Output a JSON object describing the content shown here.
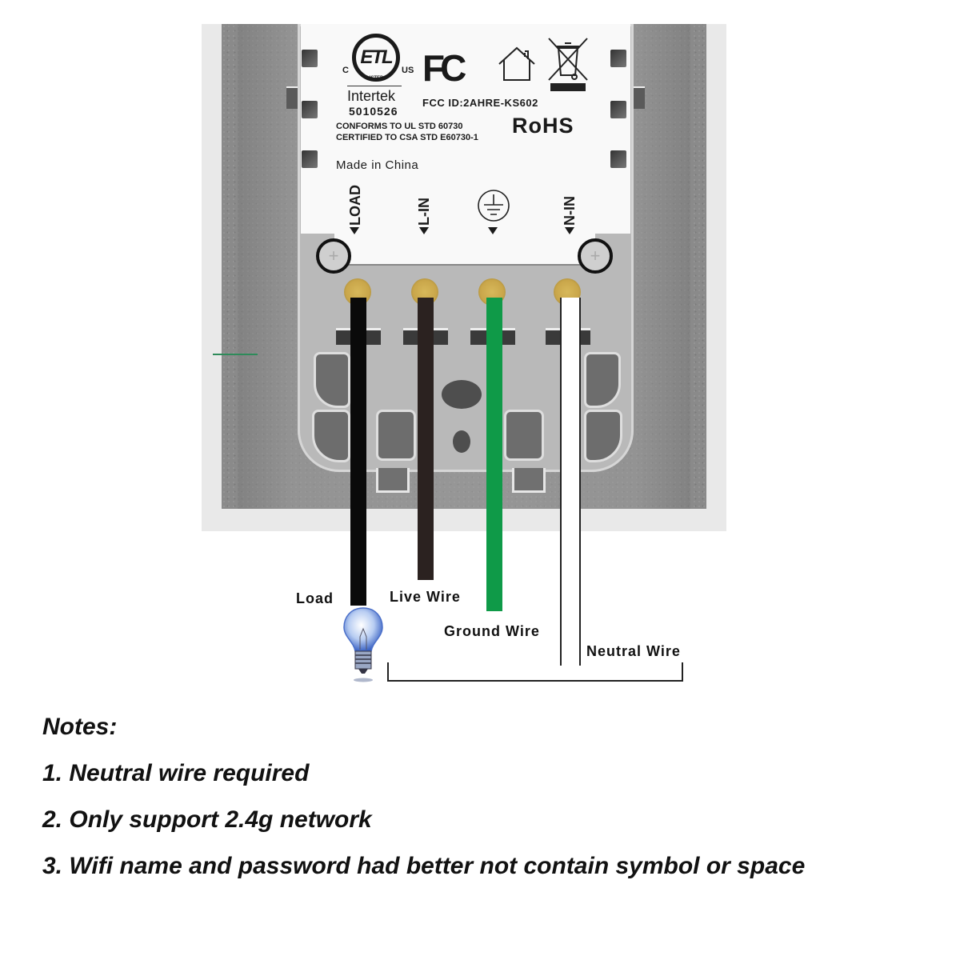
{
  "label": {
    "etl_mark": "ETL",
    "etl_left": "C",
    "etl_right": "US",
    "etl_listed": "LISTED",
    "fcc_logo": "FC",
    "intertek": "Intertek",
    "intertek_number": "5010526",
    "fcc_id": "FCC ID:2AHRE-KS602",
    "rohs": "RoHS",
    "conforms": "CONFORMS TO UL STD 60730",
    "certified": "CERTIFIED TO CSA STD E60730-1",
    "made_in": "Made in China",
    "icons": [
      "etl-listed-icon",
      "fcc-icon",
      "indoor-use-house-icon",
      "weee-crossed-bin-icon"
    ]
  },
  "terminals": [
    {
      "label": "LOAD",
      "icon": "arrow-down-icon"
    },
    {
      "label": "L-IN",
      "icon": "arrow-down-icon"
    },
    {
      "label": "",
      "icon": "ground-symbol-icon"
    },
    {
      "label": "N-IN",
      "icon": "arrow-down-icon"
    }
  ],
  "wires": [
    {
      "name": "Load",
      "color": "#0a0a0a"
    },
    {
      "name": "Live Wire",
      "color": "#2b2220"
    },
    {
      "name": "Ground Wire",
      "color": "#0f9a48"
    },
    {
      "name": "Neutral Wire",
      "color": "#ffffff"
    }
  ],
  "load_device": "light-bulb-icon",
  "notes": {
    "title": "Notes:",
    "items": [
      "1. Neutral wire required",
      "2. Only support 2.4g network",
      "3. Wifi name and password had better not contain symbol or space"
    ]
  }
}
